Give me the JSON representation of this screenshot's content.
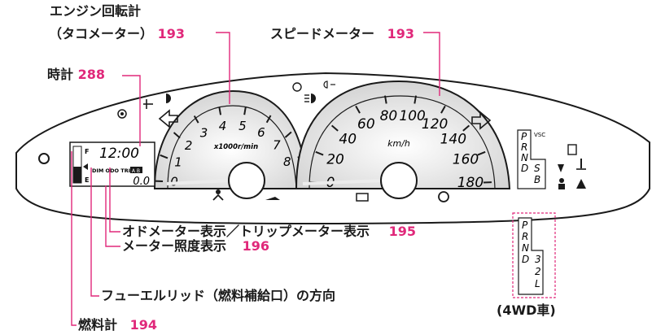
{
  "callouts": {
    "tachometer_line1": "エンジン回転計",
    "tachometer_line2": "（タコメーター）",
    "tachometer_page": "193",
    "speedometer": "スピードメーター",
    "speedometer_page": "193",
    "clock": "時計",
    "clock_page": "288",
    "odo_trip": "オドメーター表示／トリップメーター表示",
    "odo_trip_page": "195",
    "meter_brightness": "メーター照度表示",
    "meter_brightness_page": "196",
    "fuel_lid_direction": "フューエルリッド（燃料補給口）の方向",
    "fuel_gauge": "燃料計",
    "fuel_gauge_page": "194",
    "four_wd": "(4WD車)"
  },
  "display": {
    "clock_time": "12:00",
    "fuel_full": "F",
    "fuel_empty": "E",
    "mode_labels": "DIM ODO TRIP",
    "trip_tags": "A B",
    "odo_value": "0.0"
  },
  "tachometer": {
    "unit": "x1000r/min",
    "ticks": [
      "0",
      "1",
      "2",
      "3",
      "4",
      "5",
      "6",
      "7",
      "8"
    ]
  },
  "speedometer": {
    "unit": "km/h",
    "ticks": [
      "0",
      "20",
      "40",
      "60",
      "80",
      "100",
      "120",
      "140",
      "160",
      "180"
    ]
  },
  "shift_indicator": {
    "main": [
      "P",
      "R",
      "N",
      "D",
      "S",
      "B"
    ],
    "vsc": "VSC",
    "four_wd": [
      "P",
      "R",
      "N",
      "D",
      "3",
      "2",
      "L"
    ]
  },
  "colors": {
    "page_ref": "#e0287a",
    "leader_line": "#e0287a",
    "outline": "#1a1a1a",
    "needle": "#e8e8e8"
  }
}
